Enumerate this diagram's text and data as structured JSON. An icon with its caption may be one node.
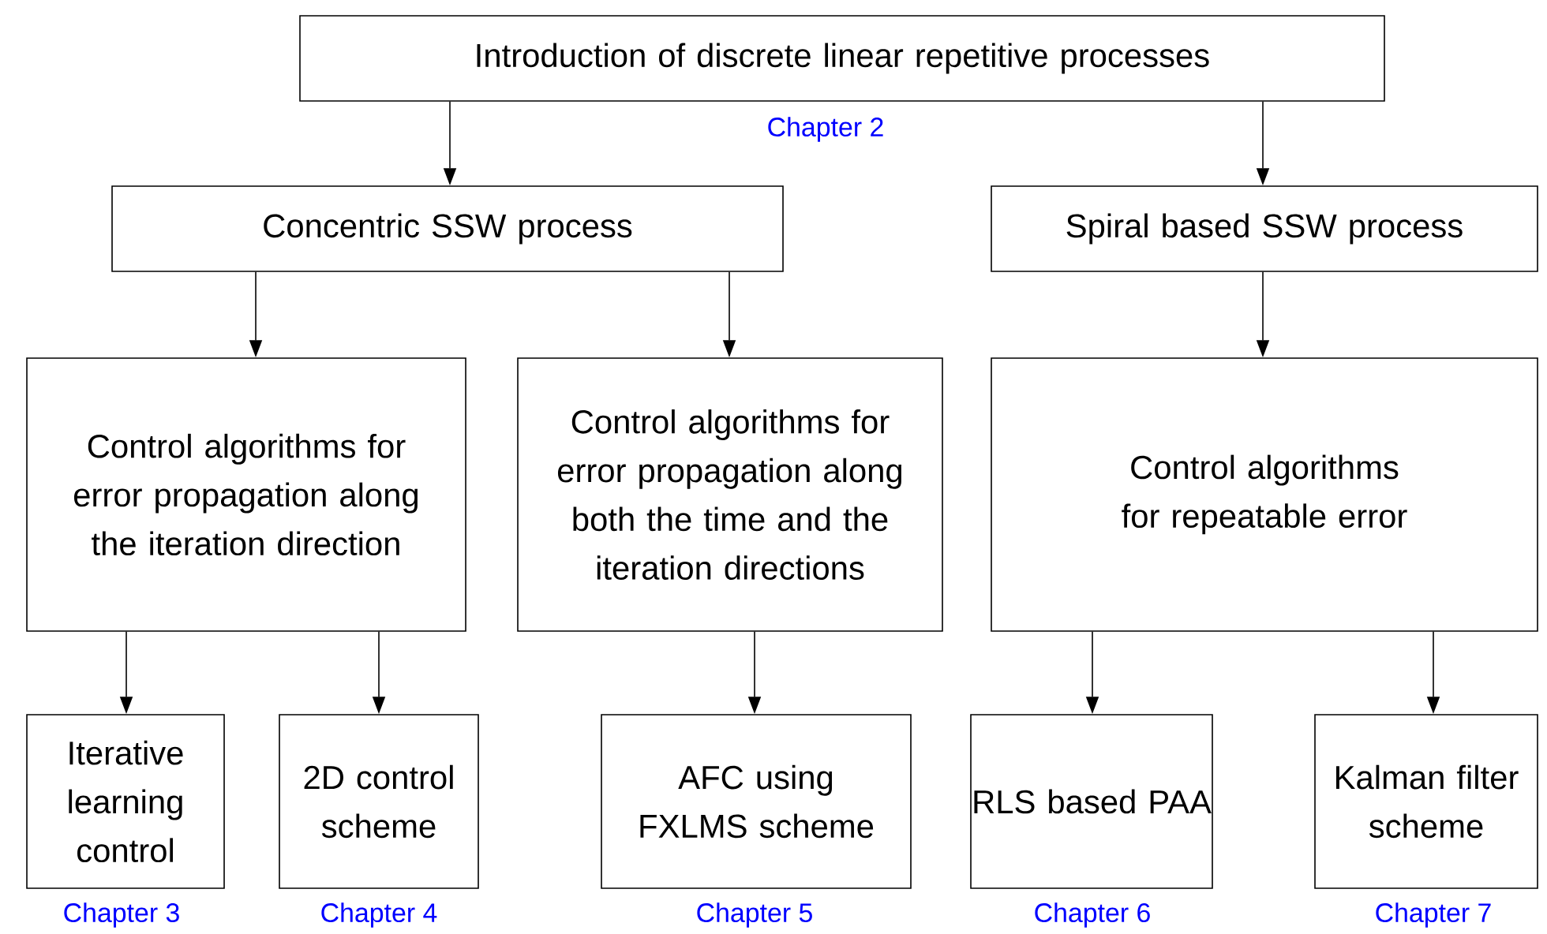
{
  "diagram": {
    "nodes": [
      {
        "text": [
          "Introduction of discrete linear repetitive processes"
        ],
        "beside": [
          "Chapter 2"
        ]
      },
      {
        "text": [
          "Concentric SSW process"
        ]
      },
      {
        "text": [
          "Spiral based SSW process"
        ]
      },
      {
        "text": [
          "Control algorithms for error propagation along the iteration direction"
        ]
      },
      {
        "text": [
          "Control algorithms for error propagation along both the time and the iteration directions"
        ]
      },
      {
        "text": [
          "Control algorithms for repeatable error"
        ]
      },
      {
        "text": [
          "Iterative learning control"
        ],
        "beside": [
          "Chapter 3"
        ]
      },
      {
        "text": [
          "2D control scheme"
        ],
        "beside": [
          "Chapter 4"
        ]
      },
      {
        "text": [
          "AFC using FXLMS scheme"
        ],
        "beside": [
          "Chapter 5"
        ]
      },
      {
        "text": [
          "RLS based PAA"
        ],
        "beside": [
          "Chapter 6"
        ]
      },
      {
        "text": [
          "Kalman filter scheme"
        ],
        "beside": [
          "Chapter 7"
        ]
      }
    ],
    "edges": [
      {
        "from": 0,
        "to": 1,
        "arrow": "to"
      },
      {
        "from": 0,
        "to": 2,
        "arrow": "to"
      },
      {
        "from": 1,
        "to": 3,
        "arrow": "to"
      },
      {
        "from": 1,
        "to": 4,
        "arrow": "to"
      },
      {
        "from": 2,
        "to": 5,
        "arrow": "to"
      },
      {
        "from": 3,
        "to": 6,
        "arrow": "to"
      },
      {
        "from": 3,
        "to": 7,
        "arrow": "to"
      },
      {
        "from": 4,
        "to": 8,
        "arrow": "to"
      },
      {
        "from": 5,
        "to": 9,
        "arrow": "to"
      },
      {
        "from": 5,
        "to": 10,
        "arrow": "to"
      }
    ]
  }
}
